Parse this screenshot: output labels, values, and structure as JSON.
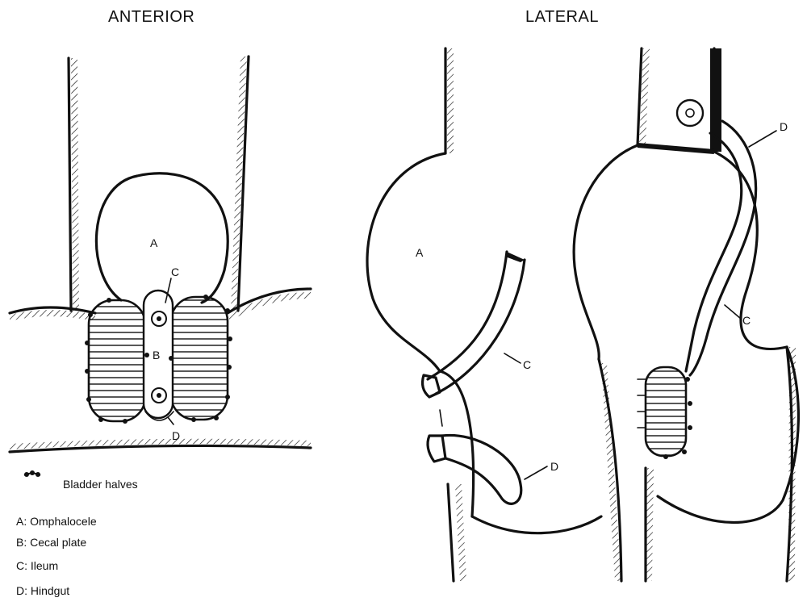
{
  "views": {
    "anterior": "ANTERIOR",
    "lateral": "LATERAL"
  },
  "labels": {
    "A": "A",
    "B": "B",
    "C": "C",
    "D": "D"
  },
  "legend": {
    "bladder": "Bladder halves",
    "items": [
      "A: Omphalocele",
      "B: Cecal plate",
      "C: Ileum",
      "D: Hindgut"
    ]
  }
}
